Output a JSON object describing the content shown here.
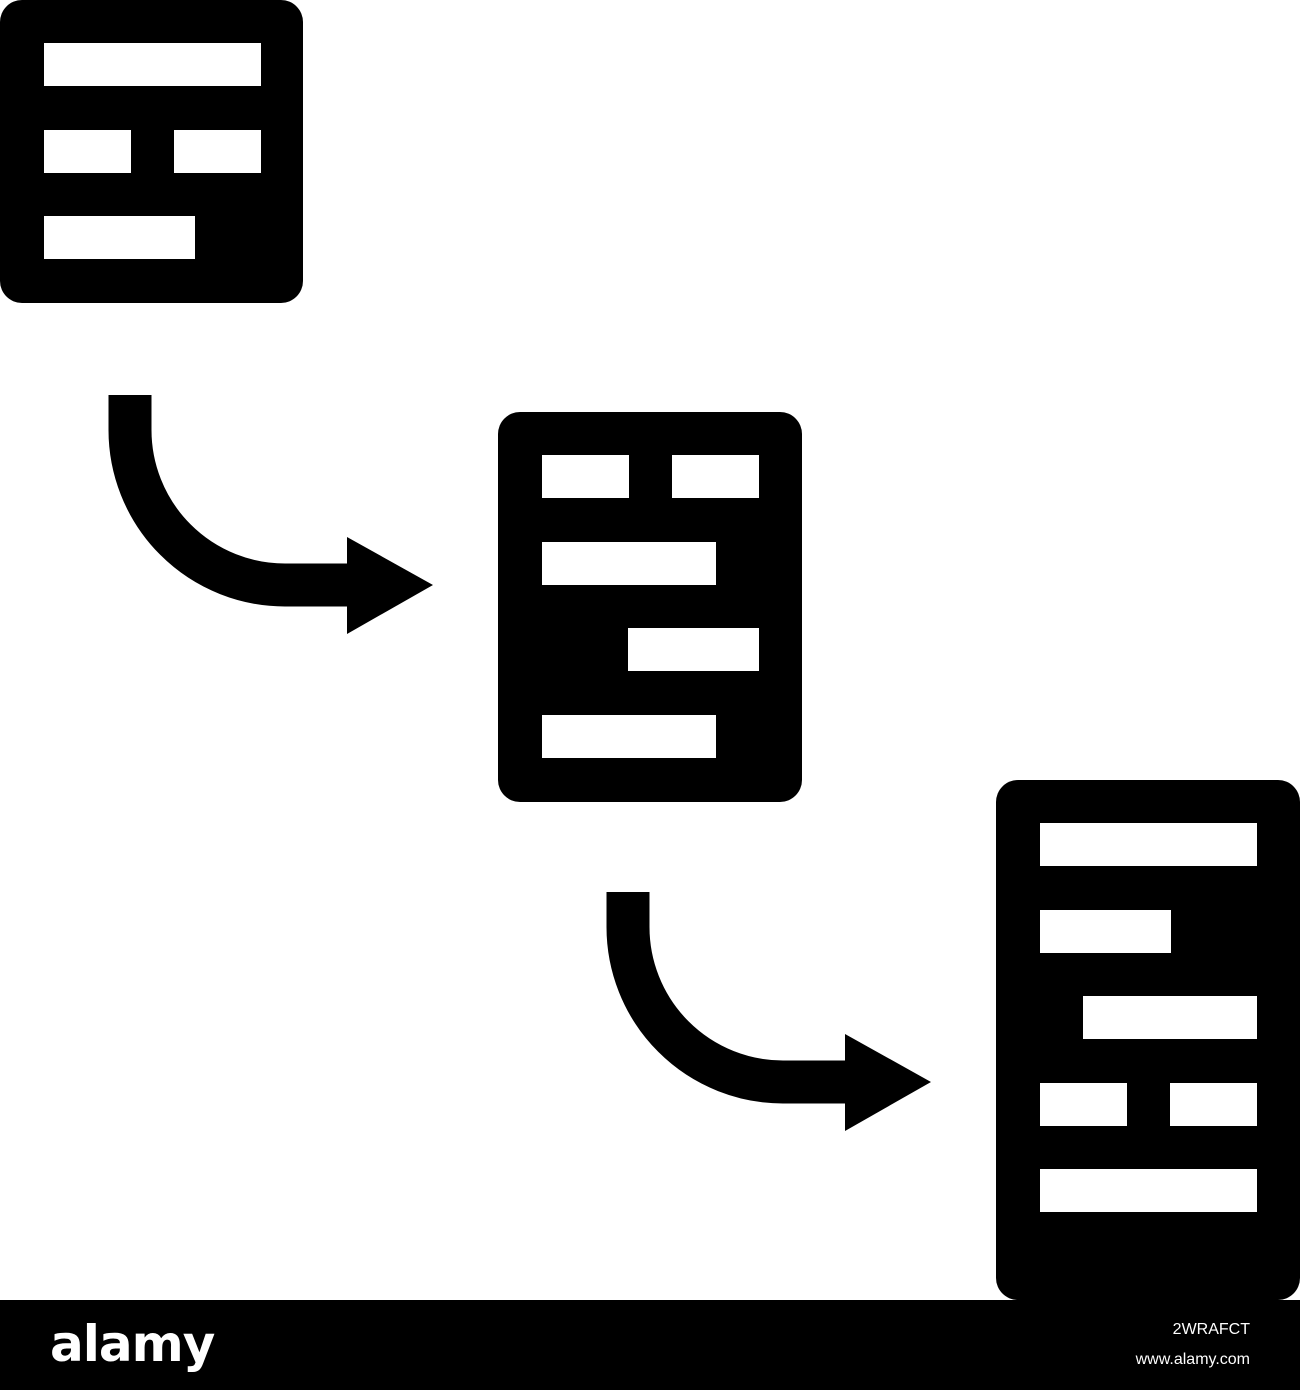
{
  "icon": {
    "name": "layout-transformation-icon",
    "fill_color": "#000000",
    "background_color": "#ffffff",
    "blocks": [
      {
        "name": "layout-block-1",
        "orientation": "square"
      },
      {
        "name": "layout-block-2",
        "orientation": "portrait"
      },
      {
        "name": "layout-block-3",
        "orientation": "tall-portrait"
      }
    ],
    "arrows": [
      {
        "name": "curved-arrow-right-icon",
        "from": "layout-block-1",
        "to": "layout-block-2"
      },
      {
        "name": "curved-arrow-right-icon",
        "from": "layout-block-2",
        "to": "layout-block-3"
      }
    ]
  },
  "footer": {
    "brand": "alamy",
    "image_id": "2WRAFCT",
    "site": "www.alamy.com",
    "background_color": "#000000",
    "text_color": "#ffffff"
  }
}
